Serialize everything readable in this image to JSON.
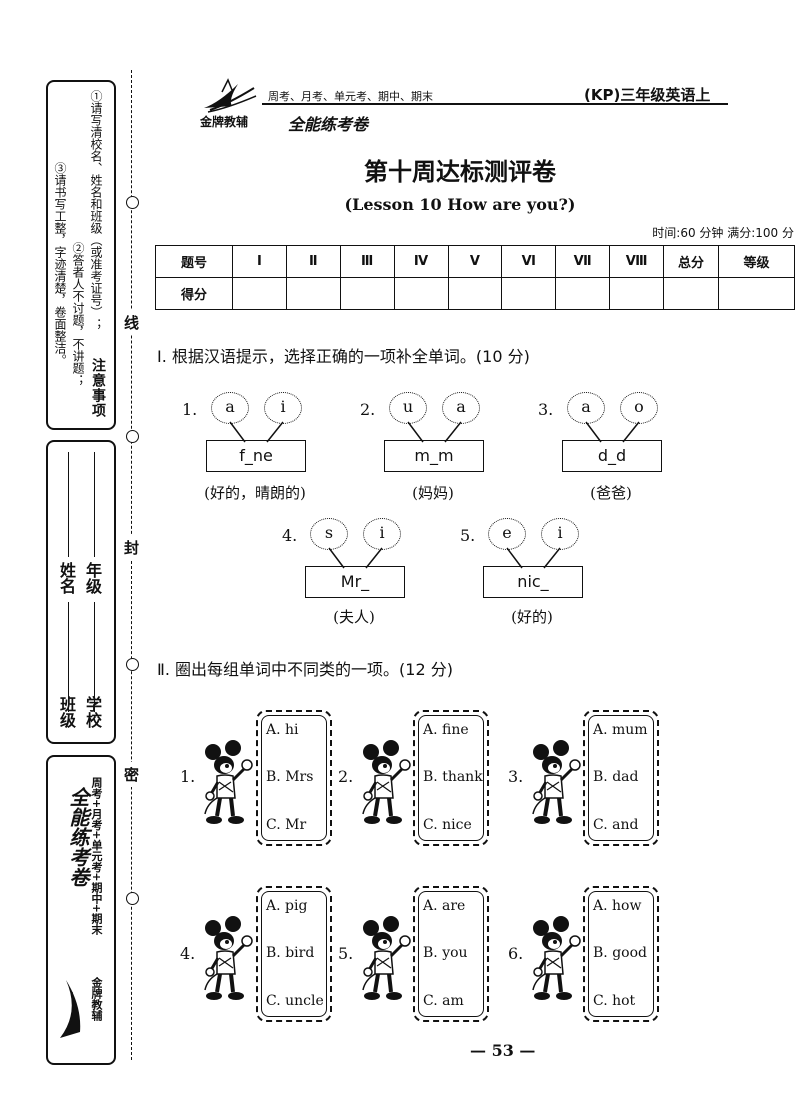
{
  "side": {
    "notice_label": "注意事项",
    "notice_lines": [
      "①请写清校名、姓名和班级（或准考证号）；",
      "②答者人不讨题，不讲题；",
      "③请书写工整，字迹清楚，卷面整洁。"
    ],
    "school_label": "学校",
    "grade_label": "年级",
    "class_label": "班级",
    "name_label": "姓名",
    "brand_line1": "周考+月考+单元考+期中+期末",
    "brand_line2": "全能练考卷",
    "brand_name": "金牌教辅",
    "bind_words": [
      "线",
      "封",
      "密"
    ]
  },
  "header": {
    "brand_sub": "周考、月考、单元考、期中、期末",
    "brand_name": "金牌教辅",
    "brand_title": "全能练考卷",
    "edition": "(KP)三年级英语上",
    "title": "第十周达标测评卷",
    "subtitle": "(Lesson 10   How are you?)",
    "time": "时间:60 分钟   满分:100 分"
  },
  "score_table": {
    "row1": [
      "题号",
      "Ⅰ",
      "Ⅱ",
      "Ⅲ",
      "Ⅳ",
      "Ⅴ",
      "Ⅵ",
      "Ⅶ",
      "Ⅷ",
      "总分",
      "等级"
    ],
    "row2_label": "得分"
  },
  "section1": {
    "title": "Ⅰ. 根据汉语提示，选择正确的一项补全单词。(10 分)",
    "items": [
      {
        "num": "1.",
        "a": "a",
        "b": "i",
        "word": "f_ne",
        "hint": "(好的，晴朗的)"
      },
      {
        "num": "2.",
        "a": "u",
        "b": "a",
        "word": "m_m",
        "hint": "(妈妈)"
      },
      {
        "num": "3.",
        "a": "a",
        "b": "o",
        "word": "d_d",
        "hint": "(爸爸)"
      },
      {
        "num": "4.",
        "a": "s",
        "b": "i",
        "word": "Mr_",
        "hint": "(夫人)"
      },
      {
        "num": "5.",
        "a": "e",
        "b": "i",
        "word": "nic_",
        "hint": "(好的)"
      }
    ]
  },
  "section2": {
    "title": "Ⅱ. 圈出每组单词中不同类的一项。(12 分)",
    "groups": [
      {
        "num": "1.",
        "options": [
          "A. hi",
          "B. Mrs",
          "C. Mr"
        ]
      },
      {
        "num": "2.",
        "options": [
          "A. fine",
          "B. thank",
          "C. nice"
        ]
      },
      {
        "num": "3.",
        "options": [
          "A. mum",
          "B. dad",
          "C. and"
        ]
      },
      {
        "num": "4.",
        "options": [
          "A. pig",
          "B. bird",
          "C. uncle"
        ]
      },
      {
        "num": "5.",
        "options": [
          "A. are",
          "B. you",
          "C. am"
        ]
      },
      {
        "num": "6.",
        "options": [
          "A. how",
          "B. good",
          "C. hot"
        ]
      }
    ]
  },
  "footer": {
    "page_number": "— 53 —"
  }
}
